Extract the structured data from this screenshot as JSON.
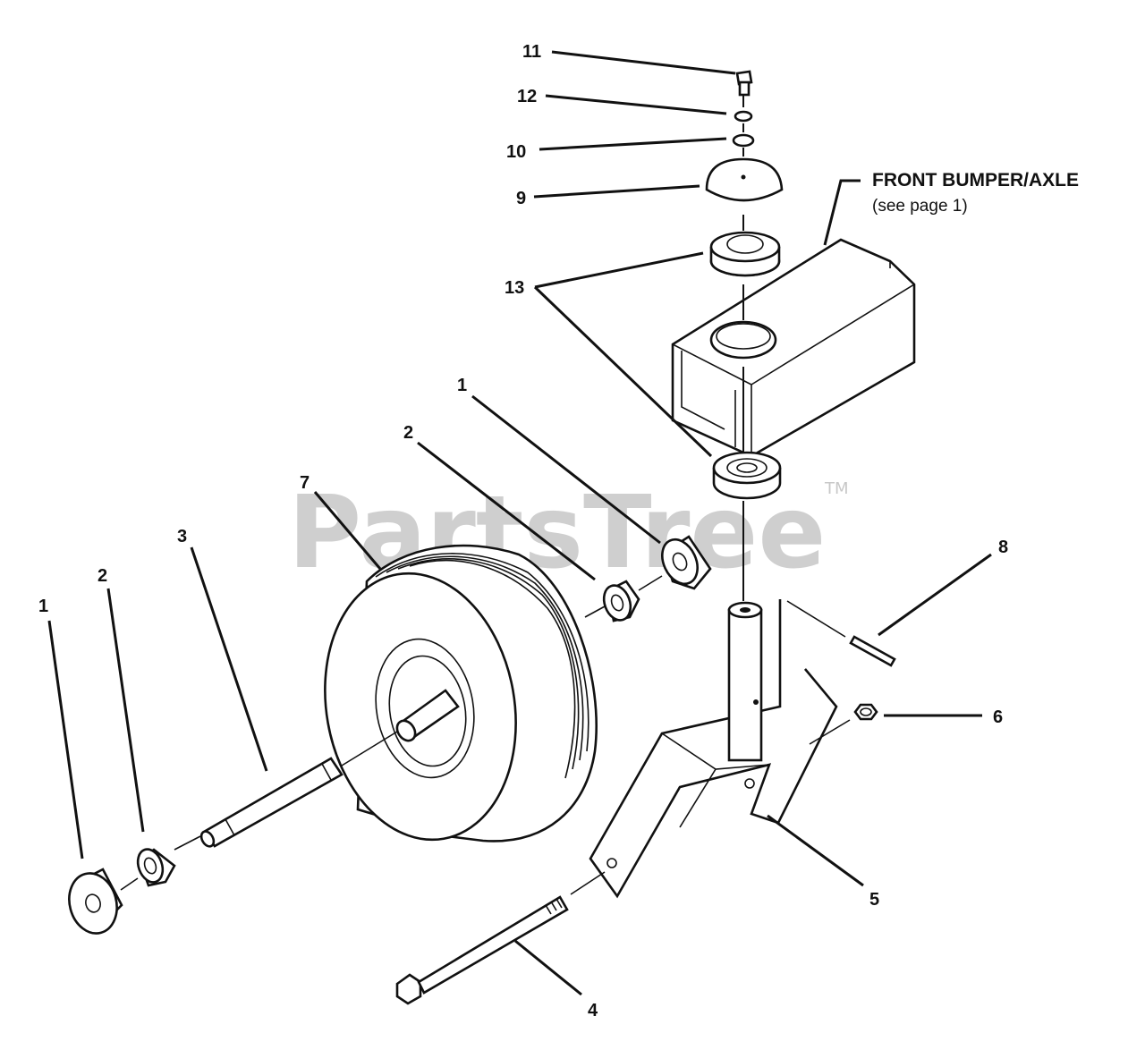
{
  "watermark": {
    "text": "PartsTree",
    "trademark": "TM"
  },
  "front_label": {
    "title": "FRONT BUMPER/AXLE",
    "subtitle": "(see page 1)"
  },
  "callouts": {
    "c11": "11",
    "c12": "12",
    "c10": "10",
    "c9": "9",
    "c13": "13",
    "c1_right": "1",
    "c2_right": "2",
    "c7": "7",
    "c3": "3",
    "c2_left": "2",
    "c1_left": "1",
    "c8": "8",
    "c6": "6",
    "c5": "5",
    "c4": "4"
  }
}
